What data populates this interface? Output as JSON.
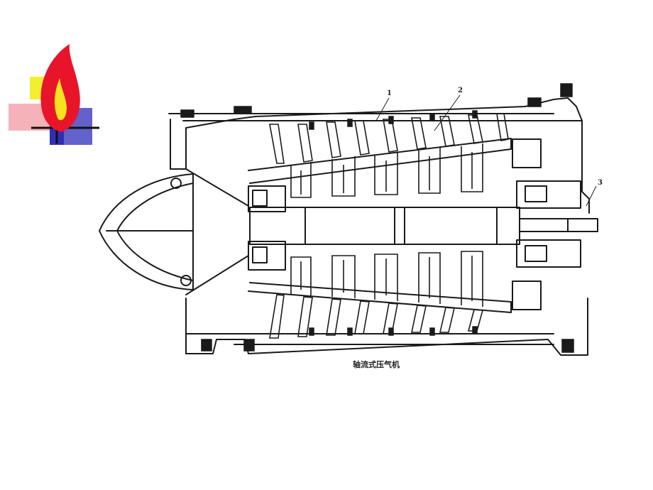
{
  "slide": {
    "caption": "轴流式压气机",
    "callouts": {
      "c1": "1",
      "c2": "2",
      "c3": "3"
    },
    "logo_icon": "flame-logo-icon",
    "colors": {
      "flame_red": "#e8152a",
      "flame_yellow": "#f6e21e",
      "square_yellow": "#f4ee33",
      "square_blue": "#2f2fb4",
      "square_pink": "#f2a0a8",
      "ink": "#1a1a1a"
    }
  }
}
